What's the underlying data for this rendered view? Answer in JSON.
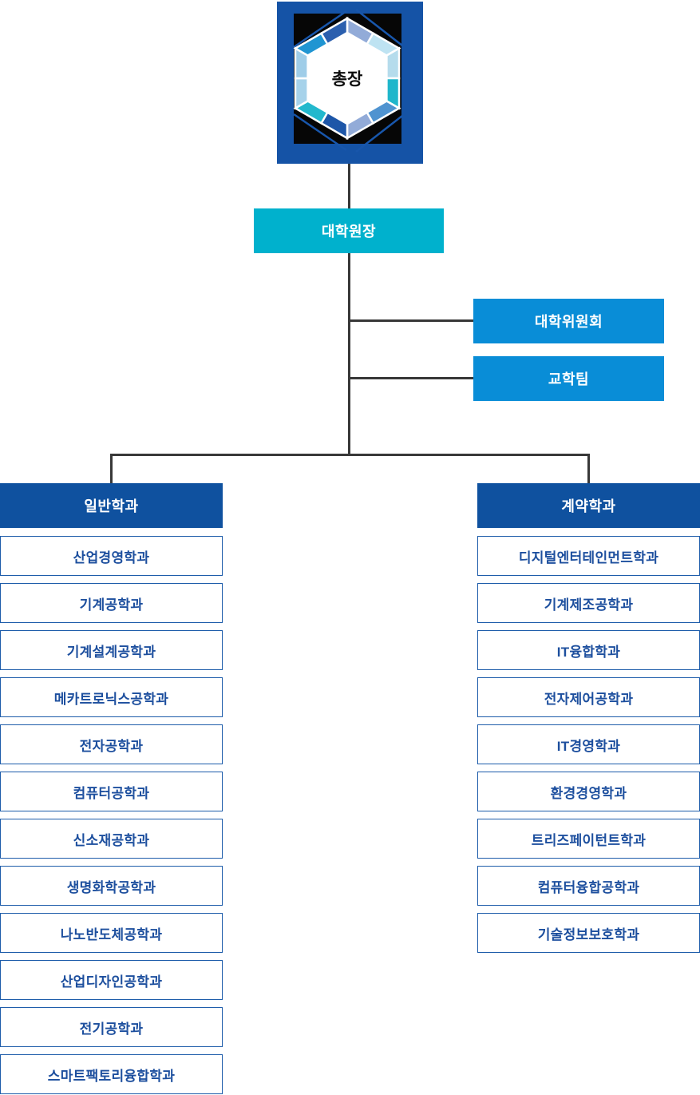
{
  "palette": {
    "navy": "#1553a6",
    "cyan": "#00b1cd",
    "azure": "#098dd7",
    "header_blue": "#0f519f",
    "item_border": "#1d5caa",
    "item_text": "#1d4f9e",
    "connector": "#383838"
  },
  "chart": {
    "root": {
      "label": "총장"
    },
    "dean": {
      "label": "대학원장"
    },
    "side_units": [
      {
        "label": "대학위원회"
      },
      {
        "label": "교학팀"
      }
    ],
    "columns": [
      {
        "header": "일반학과",
        "departments": [
          "산업경영학과",
          "기계공학과",
          "기계설계공학과",
          "메카트로닉스공학과",
          "전자공학과",
          "컴퓨터공학과",
          "신소재공학과",
          "생명화학공학과",
          "나노반도체공학과",
          "산업디자인공학과",
          "전기공학과",
          "스마트팩토리융합학과"
        ]
      },
      {
        "header": "계약학과",
        "departments": [
          "디지털엔터테인먼트학과",
          "기계제조공학과",
          "IT융합학과",
          "전자제어공학과",
          "IT경영학과",
          "환경경영학과",
          "트리즈페이턴트학과",
          "컴퓨터융합공학과",
          "기술정보보호학과"
        ]
      }
    ]
  }
}
